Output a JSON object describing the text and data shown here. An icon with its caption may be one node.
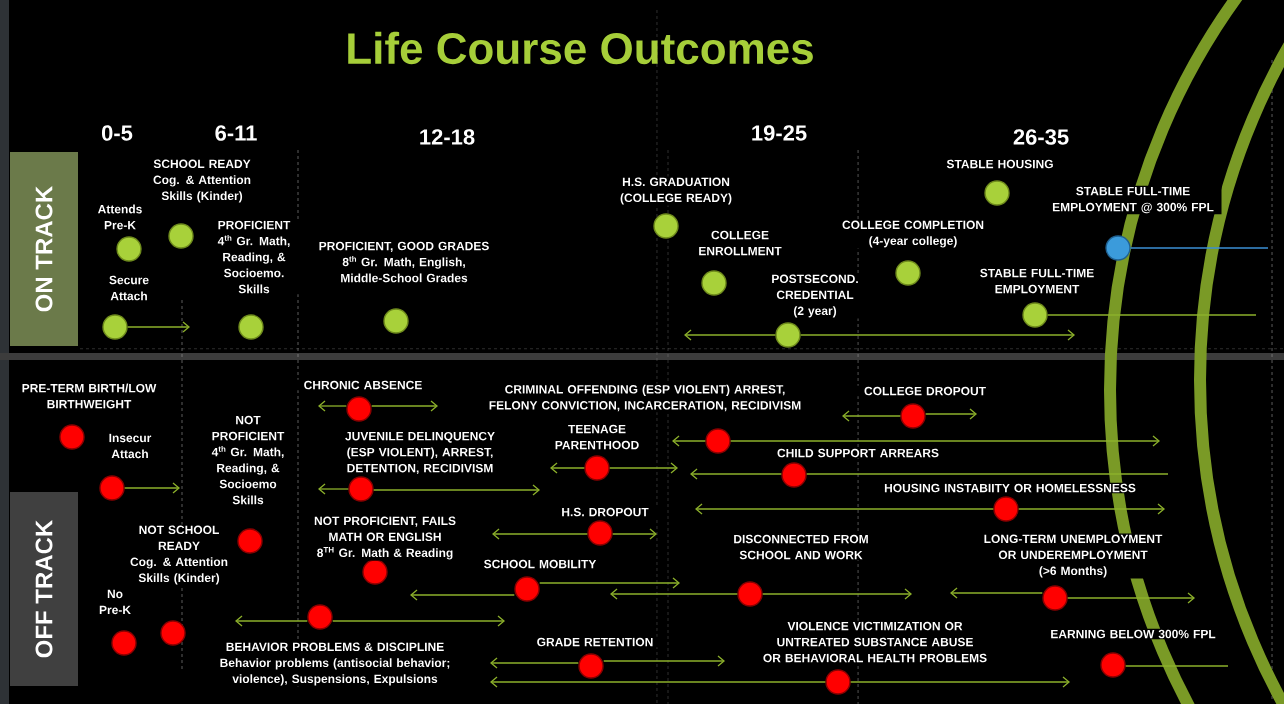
{
  "diagram": {
    "title": "Life Course Outcomes",
    "nodes": [
      {
        "text": [
          "ON TRACK"
        ]
      },
      {
        "text": [
          "OFF TRACK"
        ]
      },
      {
        "text": [],
        "shape": "circle",
        "beside": [
          "Attends Pre-K"
        ]
      },
      {
        "text": [],
        "shape": "circle",
        "beside": [
          "Secure Attach"
        ]
      },
      {
        "text": [],
        "shape": "circle",
        "beside": [
          "SCHOOL READY",
          "Cog. & Attention Skills (Kinder)"
        ]
      },
      {
        "text": [],
        "shape": "circle",
        "beside": [
          "PROFICIENT",
          "4$^{th}$ Gr. Math, Reading, & Socioemo. Skills"
        ]
      },
      {
        "text": [],
        "shape": "circle",
        "beside": [
          "PROFICIENT, GOOD GRADES",
          "8$^{th}$ Gr. Math, English, Middle-School Grades"
        ]
      },
      {
        "text": [],
        "shape": "circle",
        "beside": [
          "H.S. GRADUATION",
          "(COLLEGE READY)"
        ]
      },
      {
        "text": [],
        "shape": "circle",
        "beside": [
          "COLLEGE ENROLLMENT"
        ]
      },
      {
        "text": [],
        "shape": "circle",
        "beside": [
          "POSTSECOND. CREDENTIAL",
          "(2 year)"
        ]
      },
      {
        "text": [],
        "shape": "circle",
        "beside": [
          "COLLEGE COMPLETION",
          "(4-year college)"
        ]
      },
      {
        "text": [],
        "shape": "circle",
        "beside": [
          "STABLE HOUSING"
        ]
      },
      {
        "text": [],
        "shape": "circle",
        "beside": [
          "STABLE FULL-TIME EMPLOYMENT @ 300% FPL"
        ]
      },
      {
        "text": [],
        "shape": "circle",
        "beside": [
          "STABLE FULL-TIME EMPLOYMENT"
        ]
      },
      {
        "text": [],
        "shape": "circle",
        "beside": [
          "PRE-TERM BIRTH/LOW BIRTHWEIGHT"
        ]
      },
      {
        "text": [],
        "shape": "circle",
        "beside": [
          "Insecur Attach"
        ]
      },
      {
        "text": [],
        "shape": "circle",
        "beside": [
          "NOT PROFICIENT",
          "4$^{th}$ Gr. Math, Reading, & Socioemo Skills"
        ]
      },
      {
        "text": [],
        "shape": "circle",
        "beside": [
          "NOT SCHOOL READY",
          "Cog. & Attention Skills (Kinder)"
        ]
      },
      {
        "text": [],
        "shape": "circle",
        "beside": [
          "No Pre-K"
        ]
      },
      {
        "text": [],
        "shape": "circle",
        "beside": [
          "CHRONIC ABSENCE"
        ]
      },
      {
        "text": [],
        "shape": "circle",
        "beside": [
          "JUVENILE DELINQUENCY (ESP VIOLENT), ARREST, DETENTION, RECIDIVISM"
        ]
      },
      {
        "text": [],
        "shape": "circle",
        "beside": [
          "NOT PROFICIENT, FAILS MATH OR ENGLISH",
          "8$^{TH}$ Gr. Math & Reading"
        ]
      },
      {
        "text": [],
        "shape": "circle",
        "beside": [
          "BEHAVIOR PROBLEMS & DISCIPLINE",
          "Behavior problems (antisocial behavior; violence), Suspensions, Expulsions"
        ]
      },
      {
        "text": [],
        "shape": "circle",
        "beside": [
          "TEENAGE PARENTHOOD"
        ]
      },
      {
        "text": [],
        "shape": "circle",
        "beside": [
          "CRIMINAL OFFENDING (ESP VIOLENT) ARREST, FELONY CONVICTION, INCARCERATION, RECIDIVISM"
        ]
      },
      {
        "text": [],
        "shape": "circle",
        "beside": [
          "H.S. DROPOUT"
        ]
      },
      {
        "text": [],
        "shape": "circle",
        "beside": [
          "SCHOOL MOBILITY"
        ]
      },
      {
        "text": [],
        "shape": "circle",
        "beside": [
          "GRADE RETENTION"
        ]
      },
      {
        "text": [],
        "shape": "circle",
        "beside": [
          "COLLEGE DROPOUT"
        ]
      },
      {
        "text": [],
        "shape": "circle",
        "beside": [
          "CHILD SUPPORT ARREARS"
        ]
      },
      {
        "text": [],
        "shape": "circle",
        "beside": [
          "HOUSING INSTABIITY OR HOMELESSNESS"
        ]
      },
      {
        "text": [],
        "shape": "circle",
        "beside": [
          "DISCONNECTED FROM SCHOOL AND WORK"
        ]
      },
      {
        "text": [],
        "shape": "circle",
        "beside": [
          "LONG-TERM UNEMPLOYMENT OR UNDEREMPLOYMENT",
          "(>6 Months)"
        ]
      },
      {
        "text": [],
        "shape": "circle",
        "beside": [
          "VIOLENCE VICTIMIZATION OR UNTREATED SUBSTANCE ABUSE OR BEHAVIORAL HEALTH PROBLEMS"
        ]
      },
      {
        "text": [],
        "shape": "circle",
        "beside": [
          "EARNING BELOW 300% FPL"
        ]
      }
    ],
    "edges": [
      {
        "from": 3,
        "to": null,
        "arrow": "to"
      },
      {
        "from": 9,
        "to": null,
        "arrow": "to"
      },
      {
        "from": 9,
        "to": null,
        "arrow": "to"
      },
      {
        "from": 12,
        "to": null,
        "arrow": "none",
        "color": "#3b8fd4"
      },
      {
        "from": 13,
        "to": null,
        "arrow": "none"
      },
      {
        "from": 15,
        "to": null,
        "arrow": "to"
      },
      {
        "from": 19,
        "to": null,
        "arrow": "to"
      },
      {
        "from": 19,
        "to": null,
        "arrow": "to"
      },
      {
        "from": 20,
        "to": null,
        "arrow": "to"
      },
      {
        "from": 20,
        "to": null,
        "arrow": "to"
      },
      {
        "from": 22,
        "to": null,
        "arrow": "to"
      },
      {
        "from": 22,
        "to": null,
        "arrow": "to"
      },
      {
        "from": 23,
        "to": null,
        "arrow": "to"
      },
      {
        "from": 23,
        "to": null,
        "arrow": "to"
      },
      {
        "from": 24,
        "to": null,
        "arrow": "to"
      },
      {
        "from": 24,
        "to": null,
        "arrow": "to"
      },
      {
        "from": 25,
        "to": null,
        "arrow": "to"
      },
      {
        "from": 25,
        "to": null,
        "arrow": "to"
      },
      {
        "from": 26,
        "to": null,
        "arrow": "to"
      },
      {
        "from": 26,
        "to": null,
        "arrow": "to"
      },
      {
        "from": 27,
        "to": null,
        "arrow": "to"
      },
      {
        "from": 27,
        "to": null,
        "arrow": "to"
      },
      {
        "from": 28,
        "to": null,
        "arrow": "to"
      },
      {
        "from": 28,
        "to": null,
        "arrow": "to"
      },
      {
        "from": 29,
        "to": null,
        "arrow": "to"
      },
      {
        "from": 29,
        "to": null,
        "arrow": "none"
      },
      {
        "from": 30,
        "to": null,
        "arrow": "to"
      },
      {
        "from": 30,
        "to": null,
        "arrow": "to"
      },
      {
        "from": 31,
        "to": null,
        "arrow": "to"
      },
      {
        "from": 31,
        "to": null,
        "arrow": "to"
      },
      {
        "from": 32,
        "to": null,
        "arrow": "to"
      },
      {
        "from": 32,
        "to": null,
        "arrow": "to"
      },
      {
        "from": 33,
        "to": null,
        "arrow": "to"
      },
      {
        "from": 33,
        "to": null,
        "arrow": "to"
      },
      {
        "from": 34,
        "to": null,
        "arrow": "none"
      }
    ],
    "labels": [
      "0-5",
      "6-11",
      "12-18",
      "19-25",
      "26-35"
    ]
  }
}
